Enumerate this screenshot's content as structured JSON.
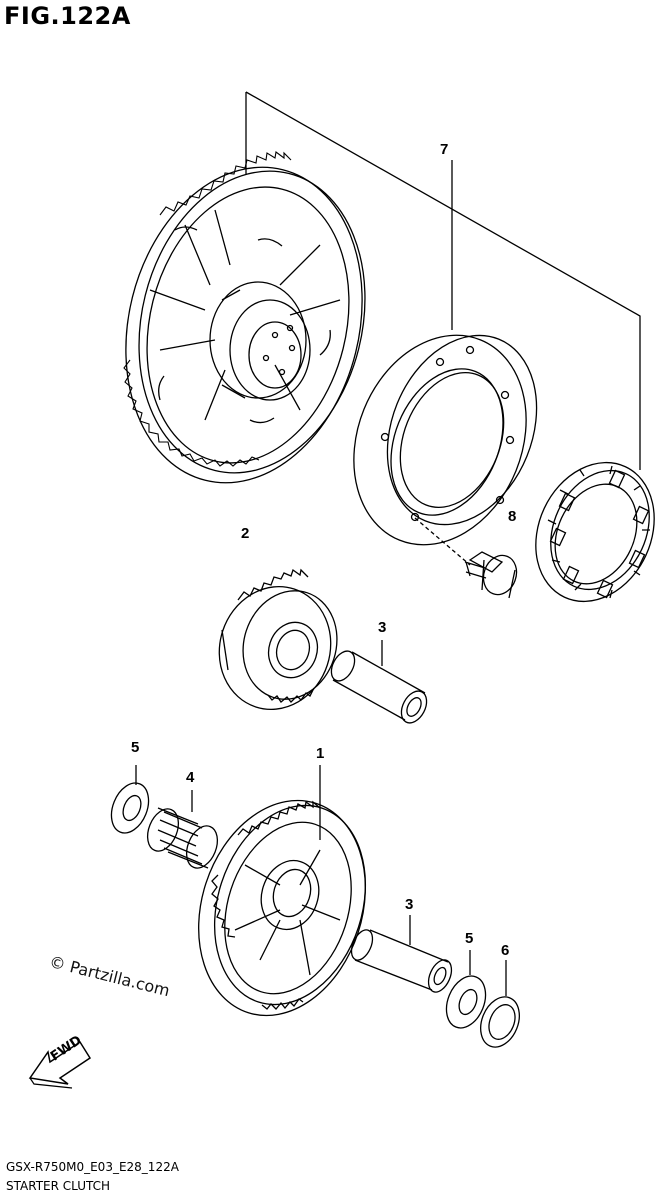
{
  "figure": {
    "title": "FIG.122A",
    "code": "GSX-R750M0_E03_E28_122A",
    "name": "STARTER CLUTCH"
  },
  "watermark": "© Partzilla.com",
  "fwd_label": "FWD",
  "callouts": {
    "c1": "1",
    "c2": "2",
    "c3a": "3",
    "c3b": "3",
    "c4": "4",
    "c5a": "5",
    "c5b": "5",
    "c6": "6",
    "c7": "7",
    "c8": "8"
  },
  "line_color": "#000000"
}
